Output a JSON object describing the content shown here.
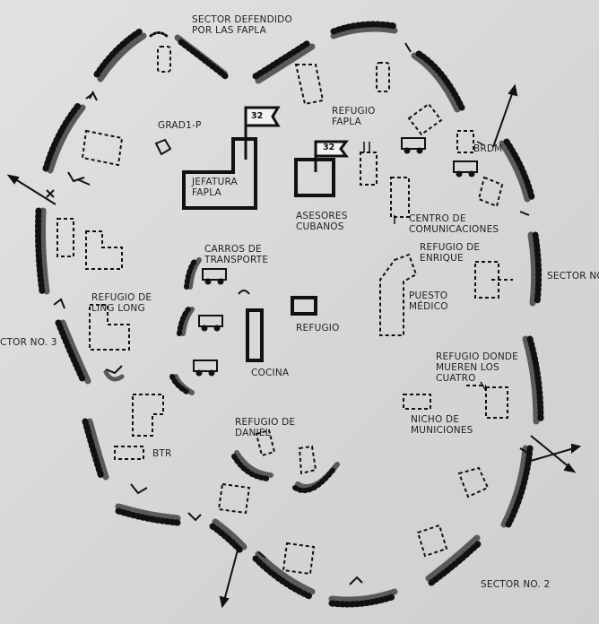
{
  "labels": {
    "sector_defendido": "SECTOR DEFENDIDO\nPOR LAS FAPLA",
    "grad": "GRAD1-P",
    "jefatura": "JEFATURA\nFAPLA",
    "asesores": "ASESORES\nCUBANOS",
    "refugio_fapla": "REFUGIO\nFAPLA",
    "brdm": "BRDM",
    "centro_comunicaciones": "CENTRO DE\nCOMUNICACIONES",
    "refugio_enrique": "REFUGIO DE\nENRIQUE",
    "sector_no1": "SECTOR NO",
    "puesto_medico": "PUESTO\nMÉDICO",
    "carros_transporte": "CARROS DE\nTRANSPORTE",
    "refugio_ling_long": "REFUGIO DE\nLING LONG",
    "sector_no3": "CTOR NO. 3",
    "refugio_central": "REFUGIO",
    "cocina": "COCINA",
    "refugio_cuatro": "REFUGIO DONDE\nMUEREN LOS\nCUATRO",
    "nicho_municiones": "NICHO DE\nMUNICIONES",
    "refugio_daniel": "REFUGIO DE\nDANIEL",
    "btr": "BTR",
    "sector_no2": "SECTOR NO. 2",
    "flag_jefatura": "32",
    "flag_asesores": "32"
  },
  "colors": {
    "ink": "#1c1c1c",
    "trench": "#555555",
    "background": "#d9d9d9"
  }
}
